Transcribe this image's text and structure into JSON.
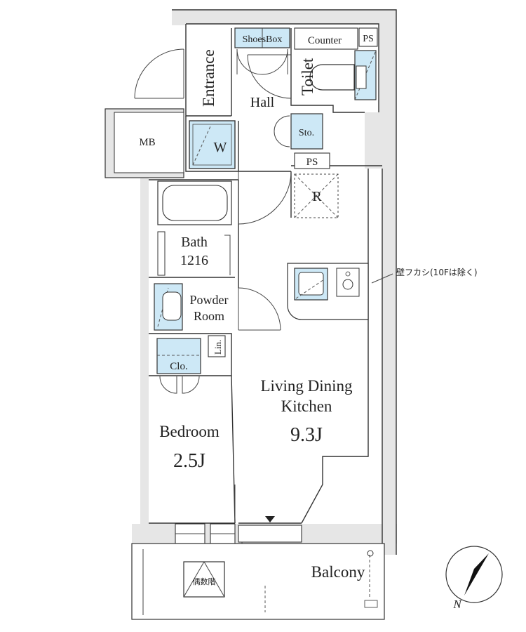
{
  "rooms": {
    "entrance": "Entrance",
    "shoes_box": "ShoesBox",
    "counter": "Counter",
    "ps_top": "PS",
    "toilet": "Toilet",
    "hall": "Hall",
    "storage": "Sto.",
    "mb": "MB",
    "washer": "W",
    "ps_mid": "PS",
    "fridge": "R",
    "bath_name": "Bath",
    "bath_size": "1216",
    "powder_line1": "Powder",
    "powder_line2": "Room",
    "linen": "Lin.",
    "closet": "Clo.",
    "ldk_line1": "Living Dining",
    "ldk_line2": "Kitchen",
    "ldk_size": "9.3J",
    "bedroom_name": "Bedroom",
    "bedroom_size": "2.5J",
    "balcony": "Balcony",
    "stairs": "偶数階"
  },
  "notes": {
    "wall_note": "壁フカシ(10Fは除く)"
  },
  "compass": {
    "north_label": "N"
  },
  "colors": {
    "fixture_fill": "#cde8f6",
    "wall_fill": "#e6e6e6",
    "line": "#333333"
  }
}
